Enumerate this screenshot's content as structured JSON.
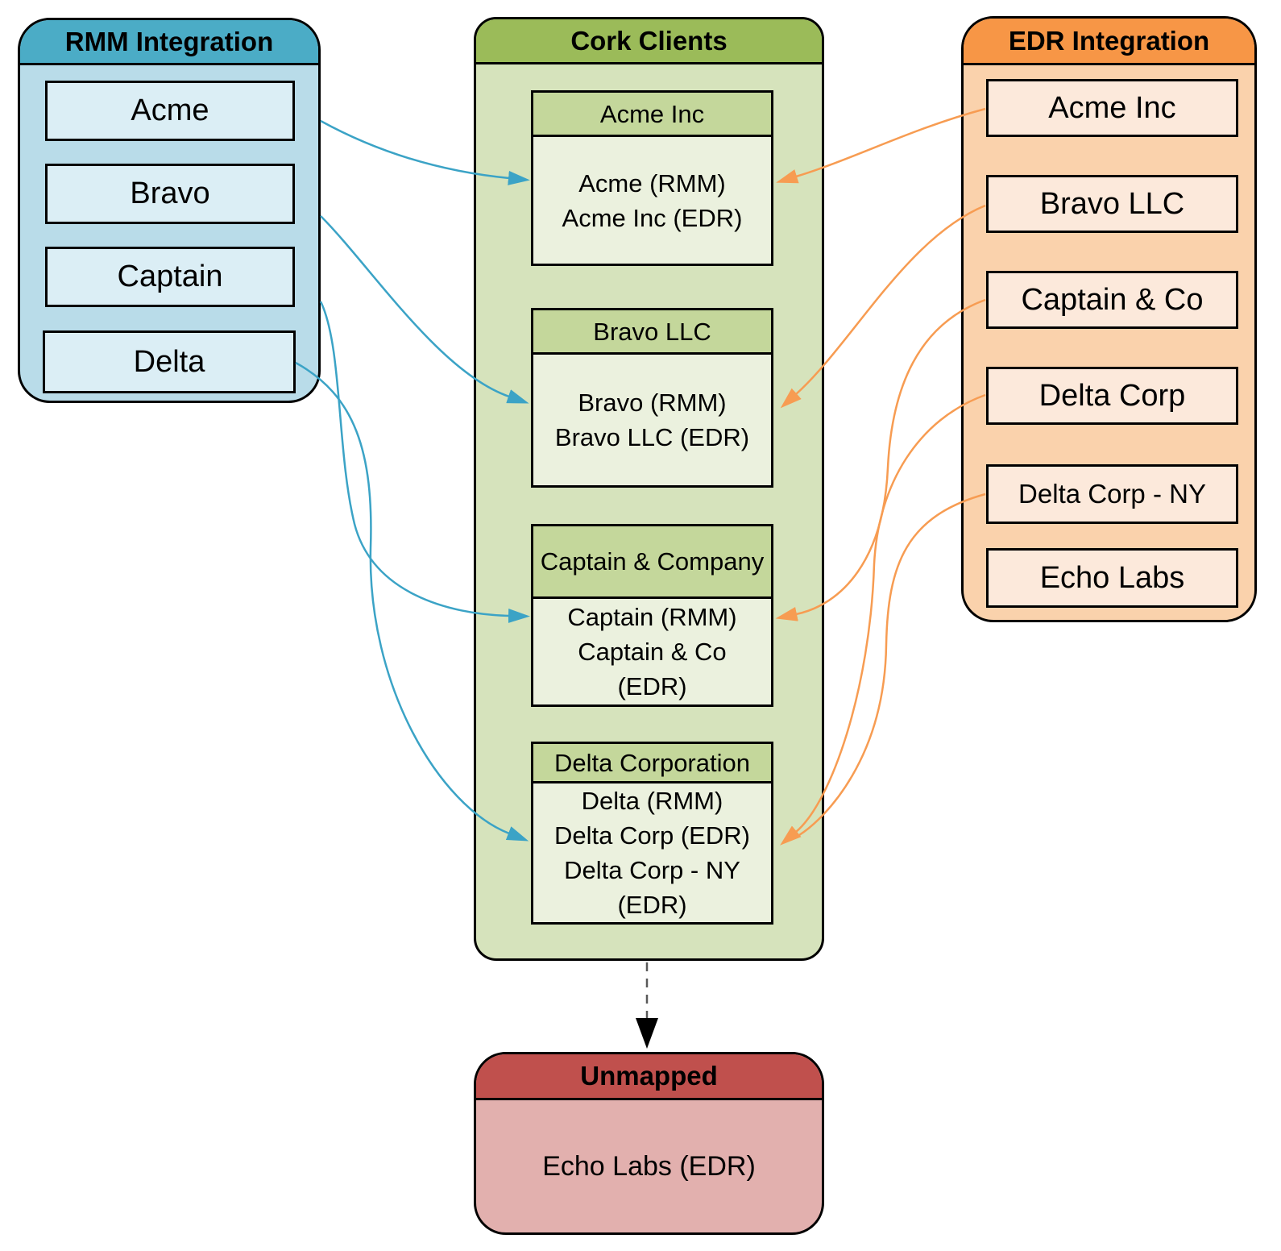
{
  "diagram": {
    "rmm": {
      "title": "RMM Integration",
      "items": [
        "Acme",
        "Bravo",
        "Captain",
        "Delta"
      ]
    },
    "cork": {
      "title": "Cork Clients",
      "clients": [
        {
          "name": "Acme Inc",
          "mappings": [
            "Acme (RMM)",
            "Acme Inc (EDR)"
          ]
        },
        {
          "name": "Bravo LLC",
          "mappings": [
            "Bravo (RMM)",
            "Bravo LLC (EDR)"
          ]
        },
        {
          "name": "Captain & Company",
          "mappings": [
            "Captain (RMM)",
            "Captain & Co (EDR)"
          ]
        },
        {
          "name": "Delta Corporation",
          "mappings": [
            "Delta (RMM)",
            "Delta Corp (EDR)",
            "Delta Corp - NY (EDR)"
          ]
        }
      ]
    },
    "edr": {
      "title": "EDR Integration",
      "items": [
        "Acme Inc",
        "Bravo LLC",
        "Captain & Co",
        "Delta Corp",
        "Delta Corp - NY",
        "Echo Labs"
      ]
    },
    "unmapped": {
      "title": "Unmapped",
      "items": [
        "Echo Labs (EDR)"
      ]
    }
  },
  "colors": {
    "rmm_header": "#4BACC6",
    "rmm_body": "#B9DCE9",
    "rmm_item": "#DBEEF5",
    "cork_header": "#9BBB59",
    "cork_body": "#D6E3BC",
    "cork_subheader": "#C4D79B",
    "cork_subcontent": "#EBF1DE",
    "edr_header": "#F79646",
    "edr_body": "#FAD2AC",
    "edr_item": "#FCE9DB",
    "unmapped_header": "#C0504D",
    "unmapped_body": "#E2B0AE",
    "rmm_arrow": "#3BA3C6",
    "edr_arrow": "#F79C52",
    "unmapped_arrow": "#595959",
    "border": "#000000"
  }
}
